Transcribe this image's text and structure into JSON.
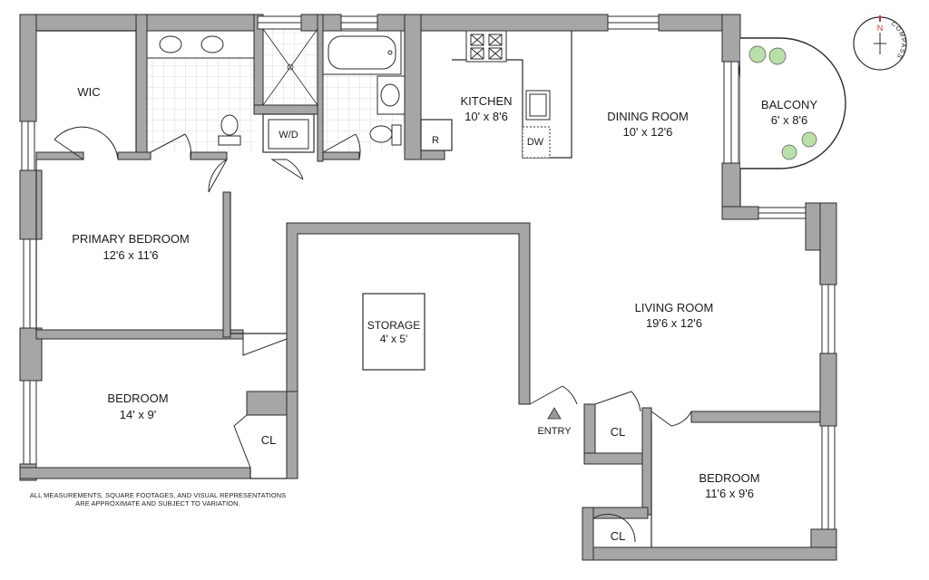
{
  "rooms": {
    "wic": {
      "name": "WIC"
    },
    "primary_bedroom": {
      "name": "PRIMARY BEDROOM",
      "size": "12'6 x 11'6"
    },
    "bedroom_1": {
      "name": "BEDROOM",
      "size": "14' x 9'"
    },
    "bedroom_2": {
      "name": "BEDROOM",
      "size": "11'6 x 9'6"
    },
    "kitchen": {
      "name": "KITCHEN",
      "size": "10' x 8'6"
    },
    "dining_room": {
      "name": "DINING ROOM",
      "size": "10' x 12'6"
    },
    "living_room": {
      "name": "LIVING ROOM",
      "size": "19'6 x 12'6"
    },
    "balcony": {
      "name": "BALCONY",
      "size": "6' x 8'6"
    },
    "storage": {
      "name": "STORAGE",
      "size": "4' x 5'"
    }
  },
  "fixtures": {
    "washer_dryer": "W/D",
    "refrigerator": "R",
    "dishwasher": "DW",
    "closet": "CL",
    "entry": "ENTRY"
  },
  "compass": {
    "north": "N",
    "word": "COMPASS"
  },
  "disclaimer": {
    "line1": "ALL MEASUREMENTS, SQUARE FOOTAGES, AND VISUAL REPRESENTATIONS",
    "line2": "ARE APPROXIMATE AND SUBJECT TO VARIATION."
  },
  "colors": {
    "wall": "#a6a6a6",
    "outline": "#2b2b2b",
    "tile": "#cfcfcf",
    "compass_north": "#d6312b"
  }
}
